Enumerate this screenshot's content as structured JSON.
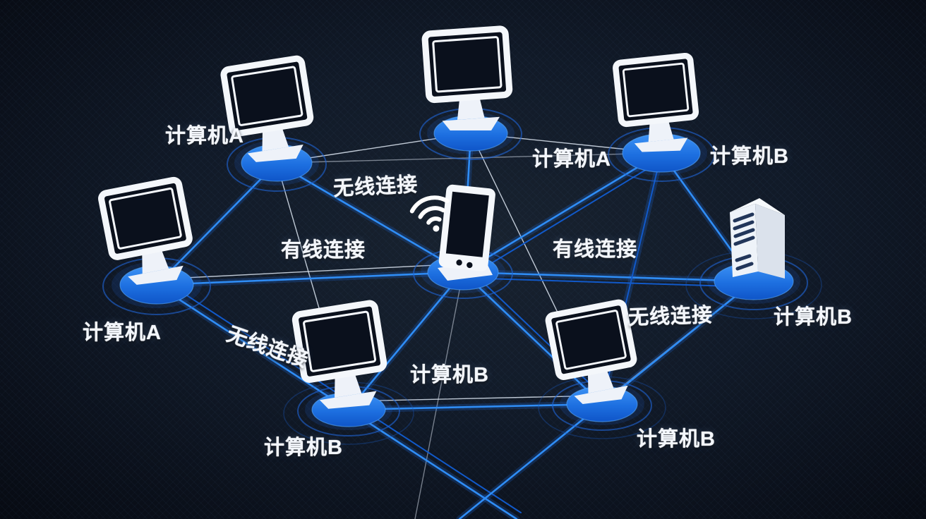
{
  "diagram": {
    "title_implicit": "",
    "colors": {
      "background": "#101a28",
      "line_blue": "#2f8df5",
      "line_white": "#dde6f2",
      "platform_blue_top": "#3d93f5",
      "platform_blue_bottom": "#0f55c8",
      "device_white": "#f4f7fb",
      "screen_dark": "#0a101c",
      "label_white": "#f3f6fb"
    },
    "nodes": [
      {
        "id": "top-left",
        "type": "desktop-monitor",
        "label": "计算机A"
      },
      {
        "id": "top-center",
        "type": "desktop-monitor",
        "label": "计算机A"
      },
      {
        "id": "top-right",
        "type": "desktop-monitor",
        "label": "计算机B"
      },
      {
        "id": "mid-left",
        "type": "desktop-monitor",
        "label": "计算机A"
      },
      {
        "id": "center-hub",
        "type": "tablet-with-wifi",
        "label": ""
      },
      {
        "id": "server-right",
        "type": "server-tower",
        "label": "计算机B"
      },
      {
        "id": "bottom-left",
        "type": "desktop-monitor",
        "label": "计算机B"
      },
      {
        "id": "bottom-right",
        "type": "desktop-monitor",
        "label": "计算机B"
      }
    ],
    "labels": {
      "node_top_left": "计算机A",
      "node_top_center": "计算机A",
      "node_top_right": "计算机B",
      "node_mid_left": "计算机A",
      "node_server": "计算机B",
      "node_bottom_left": "计算机B",
      "node_bottom_right": "计算机B",
      "node_bottom_center": "计算机B",
      "edge_wireless_top": "无线连接",
      "edge_wired_left": "有线连接",
      "edge_wired_right": "有线连接",
      "edge_wireless_right": "无线连接",
      "edge_wireless_bottom_left": "无线连接"
    },
    "connection_types": [
      "无线连接",
      "有线连接"
    ]
  }
}
